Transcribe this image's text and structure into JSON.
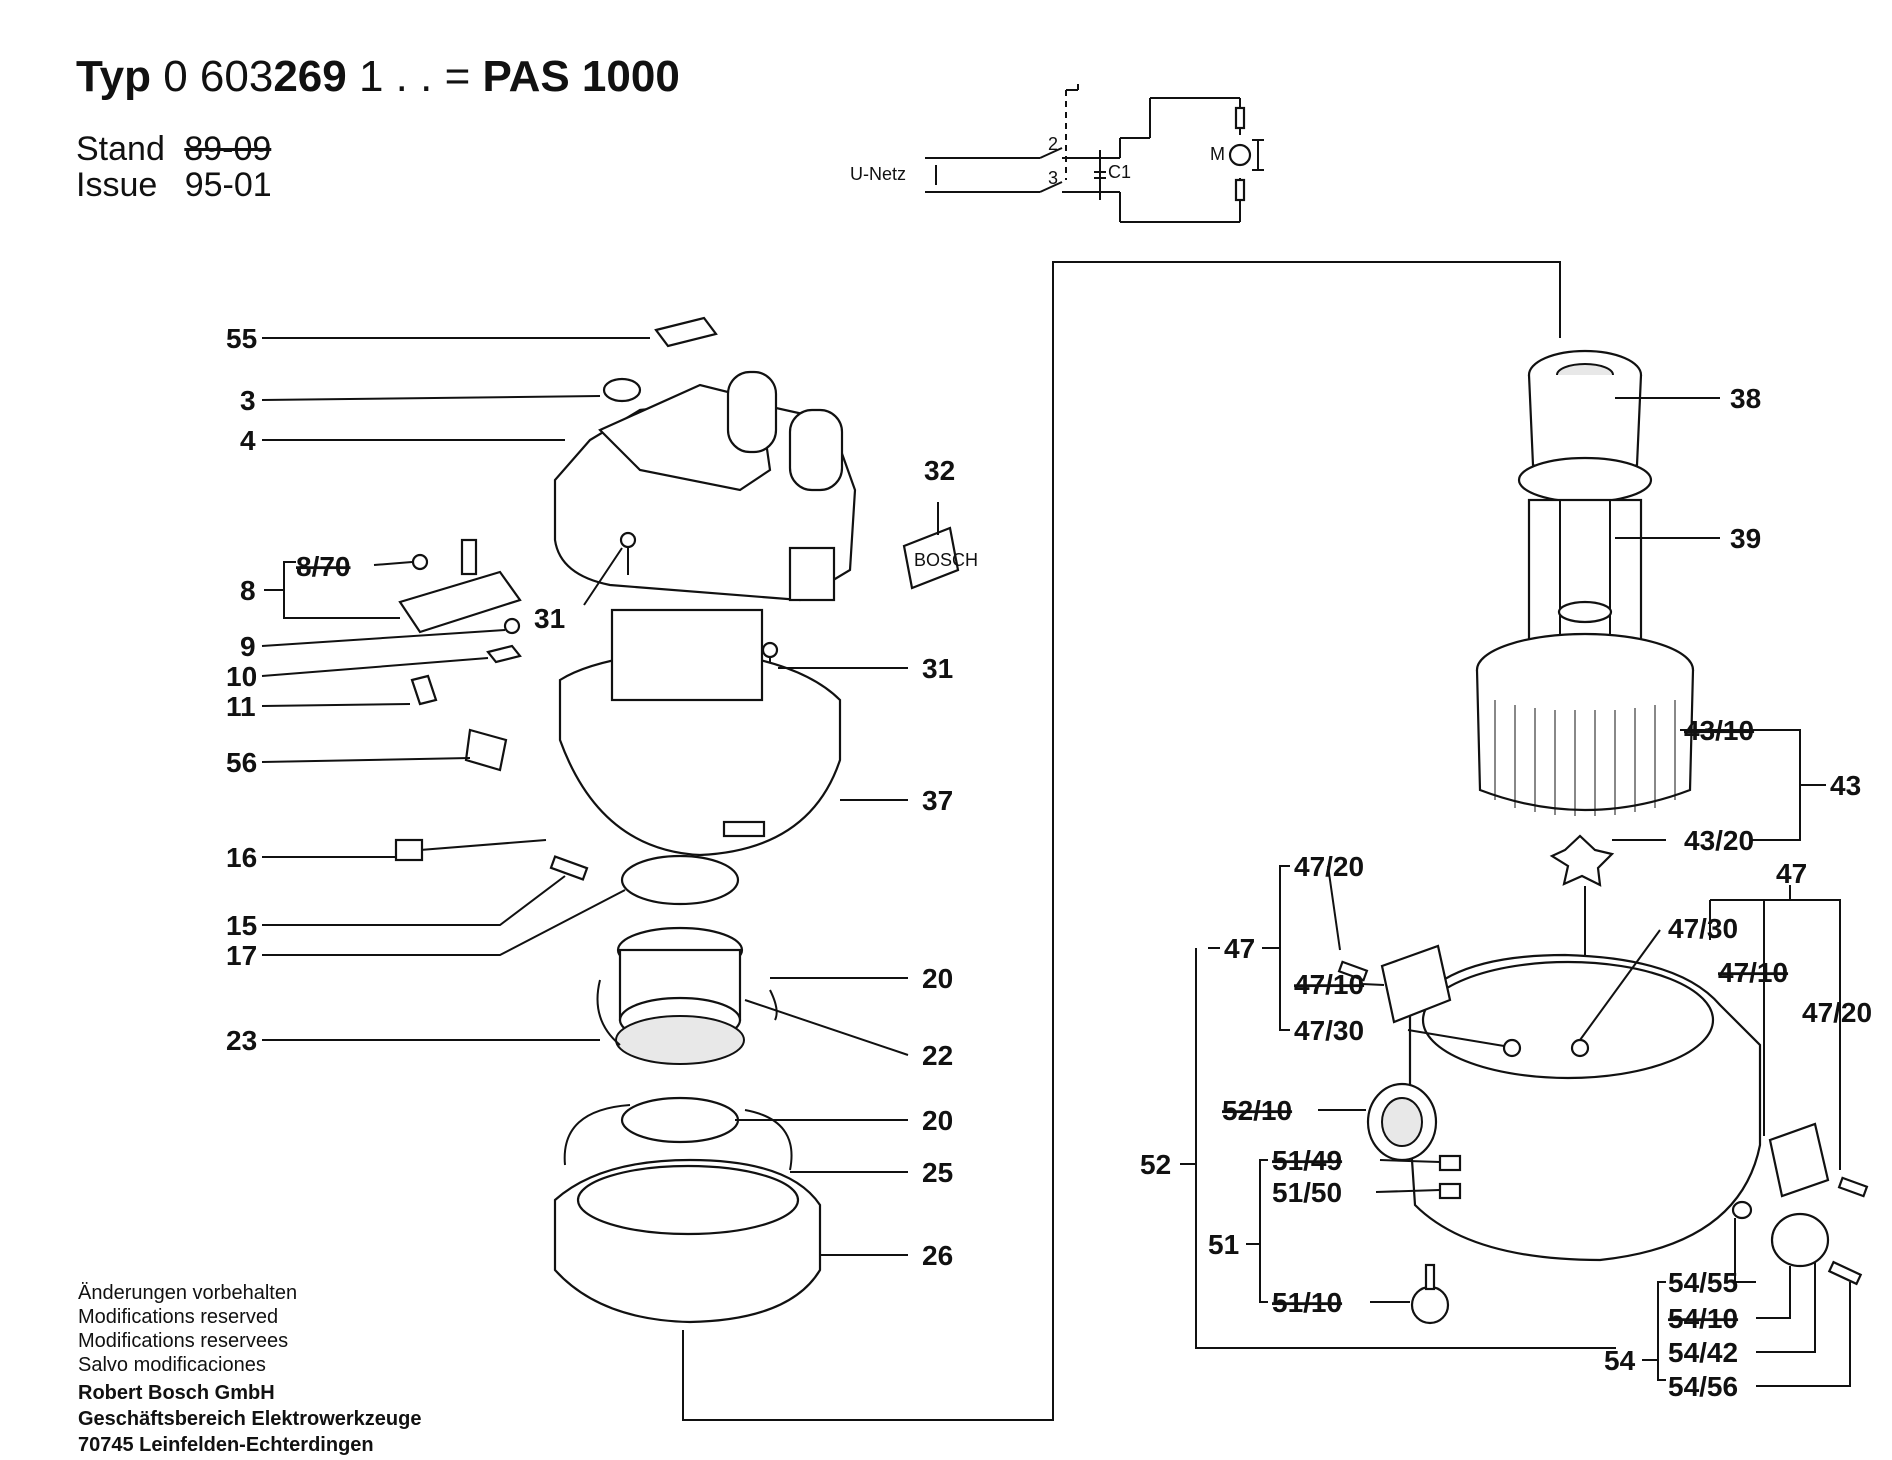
{
  "header": {
    "typ_label": "Typ",
    "typ_number_a": "0 603",
    "typ_number_b": "269",
    "typ_suffix": "1 . . =",
    "model": "PAS 1000",
    "stand_label": "Stand",
    "stand_value": "89-09",
    "issue_label": "Issue",
    "issue_value": "95-01"
  },
  "schematic": {
    "supply_label": "U-Netz",
    "switch_pins": [
      "2",
      "3"
    ],
    "capacitor_label": "C1",
    "motor_label": "M"
  },
  "sticker_text": "BOSCH",
  "callouts_left": [
    "55",
    "3",
    "4",
    "8/70",
    "8",
    "9",
    "10",
    "11",
    "56",
    "16",
    "15",
    "17",
    "23",
    "31",
    "32",
    "31",
    "37",
    "20",
    "22",
    "20",
    "25",
    "26"
  ],
  "callouts_right": [
    "38",
    "39",
    "43/10",
    "43",
    "43/20",
    "47/20",
    "47",
    "47/10",
    "47/30",
    "47",
    "47/30",
    "47/10",
    "47/20",
    "52/10",
    "52",
    "51/49",
    "51/50",
    "51",
    "51/10",
    "54/55",
    "54/10",
    "54",
    "54/42",
    "54/56"
  ],
  "footer": {
    "lines": [
      "Änderungen vorbehalten",
      "Modifications reserved",
      "Modifications reservees",
      "Salvo modificaciones"
    ],
    "company": "Robert Bosch GmbH",
    "division": "Geschäftsbereich Elektrowerkzeuge",
    "address": "70745 Leinfelden-Echterdingen"
  }
}
